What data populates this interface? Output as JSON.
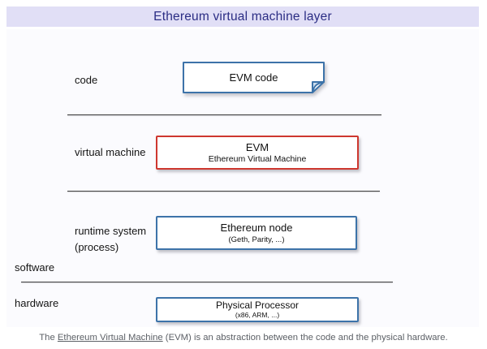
{
  "window": {
    "title": "Ethereum virtual machine layer"
  },
  "theme": {
    "title_bg": "#e1dff6",
    "title_color": "#2b2d84",
    "blue_border": "#3d73a9",
    "red_border": "#ce372f",
    "divider_color": "#3f3f3f",
    "caption_color": "#5c6066",
    "panel_bg": "#fbfbfe"
  },
  "diagram": {
    "rows": {
      "code": {
        "label": "code",
        "box_title": "EVM code"
      },
      "virtual_machine": {
        "label": "virtual machine",
        "box_title": "EVM",
        "box_subtitle": "Ethereum Virtual Machine"
      },
      "runtime": {
        "label_line1": "runtime system",
        "label_line2": "(process)",
        "box_title": "Ethereum node",
        "box_subtitle": "(Geth, Parity, ...)"
      },
      "hardware": {
        "box_title": "Physical Processor",
        "box_subtitle": "(x86, ARM, ...)"
      }
    },
    "side_labels": {
      "software": "software",
      "hardware": "hardware"
    }
  },
  "caption": {
    "before": "The ",
    "link_text": "Ethereum Virtual Machine",
    "after": " (EVM) is an abstraction between the code and the physical hardware."
  }
}
